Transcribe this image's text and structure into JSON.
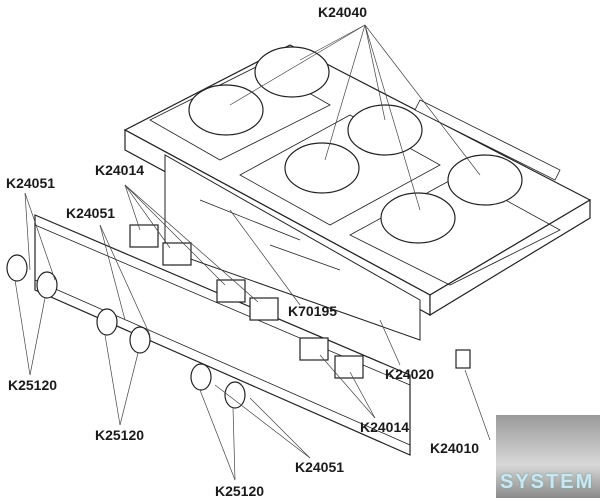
{
  "diagram": {
    "labels": {
      "top_burners": "K24040",
      "left_screw": "K24051",
      "upper_switches": "K24014",
      "mid_screw": "K24051",
      "bracket": "K70195",
      "rail": "K24020",
      "knobs_left": "K25120",
      "knobs_mid": "K25120",
      "lower_switches": "K24014",
      "indicator": "K24010",
      "bottom_screw": "K24051",
      "knobs_bottom": "K25120"
    },
    "watermark": "SYSTEM"
  }
}
